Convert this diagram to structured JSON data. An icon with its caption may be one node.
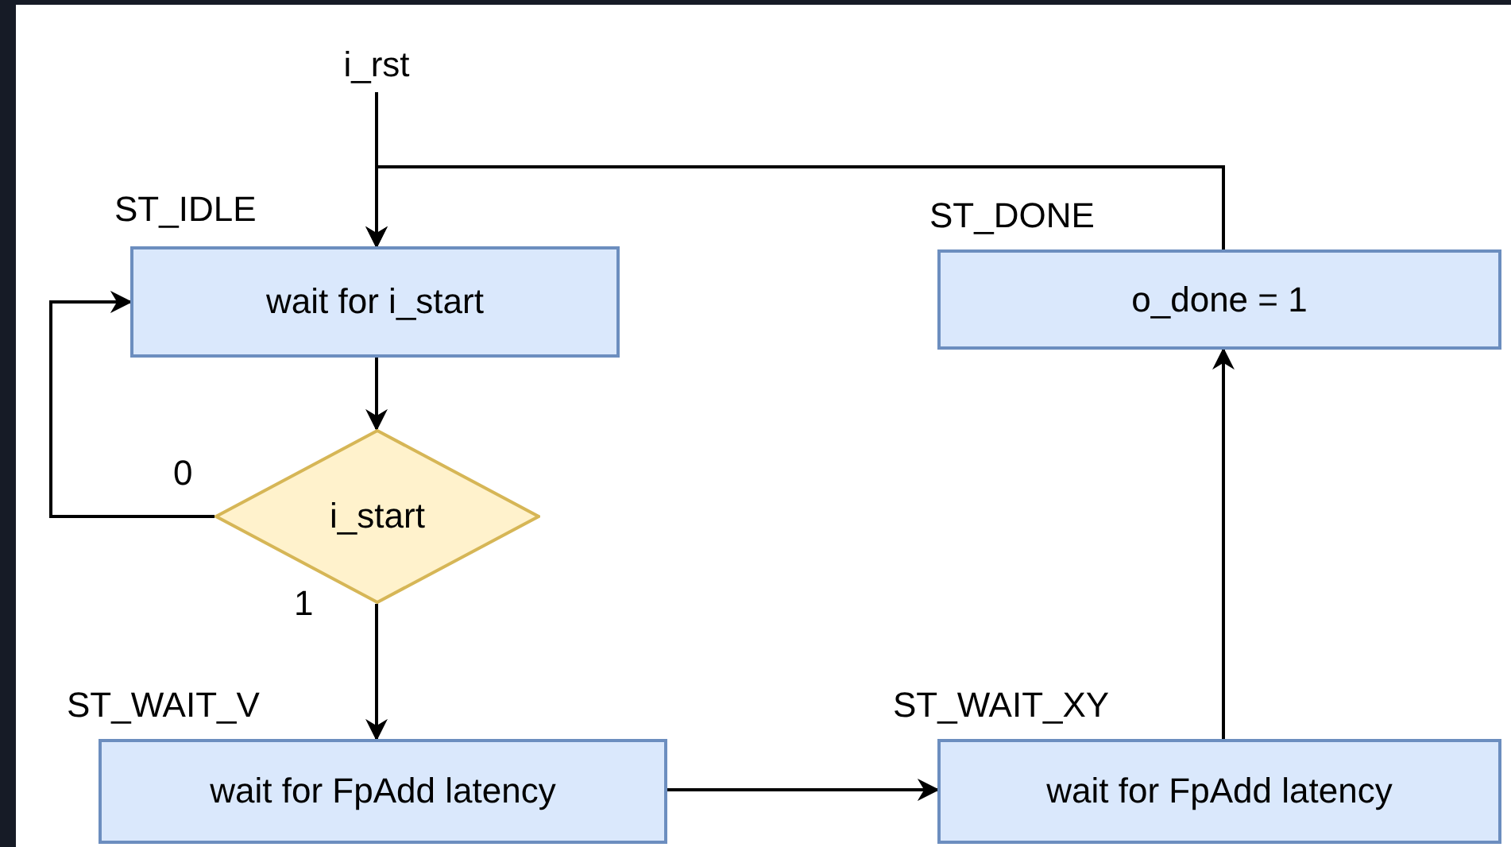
{
  "diagram": {
    "nodes": [
      {
        "text": [
          "i_rst"
        ]
      },
      {
        "text": [
          "ST_IDLE",
          "wait for i_start"
        ]
      },
      {
        "text": [
          "ST_DONE",
          "o_done = 1"
        ]
      },
      {
        "text": [
          "i_start"
        ]
      },
      {
        "text": [
          "ST_WAIT_V",
          "wait for FpAdd latency"
        ]
      },
      {
        "text": [
          "ST_WAIT_XY",
          "wait for FpAdd latency"
        ]
      }
    ],
    "edges": [
      {
        "from": 0,
        "to": 1,
        "arrow": "to"
      },
      {
        "from": 2,
        "to": 1,
        "arrow": "to"
      },
      {
        "from": 1,
        "to": 3,
        "arrow": "to"
      },
      {
        "from": 3,
        "to": 1,
        "arrow": "to",
        "label": "0"
      },
      {
        "from": 3,
        "to": 4,
        "arrow": "to",
        "label": "1"
      },
      {
        "from": 4,
        "to": 5,
        "arrow": "to"
      },
      {
        "from": 5,
        "to": 2,
        "arrow": "to"
      }
    ]
  }
}
